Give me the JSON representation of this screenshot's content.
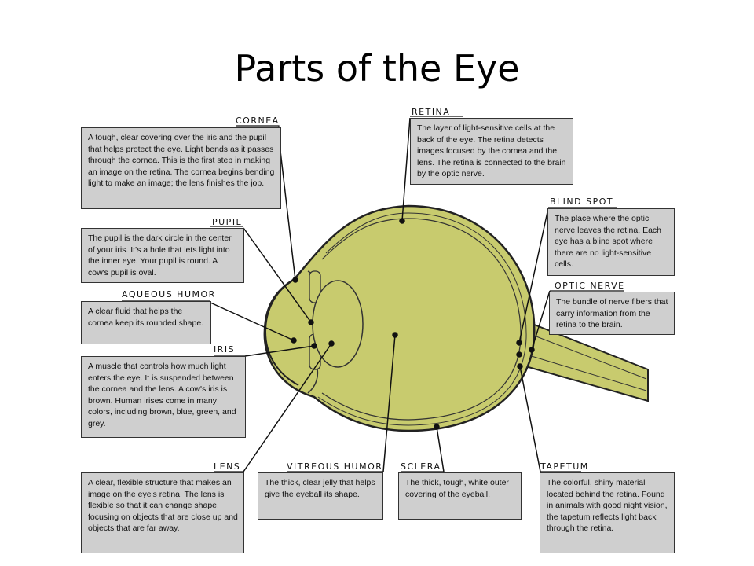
{
  "title": "Parts of the Eye",
  "parts": {
    "cornea": {
      "label": "CORNEA",
      "description": "A tough, clear covering over the iris and the pupil that helps protect the eye. Light bends as it passes through the cornea. This is the first step in making an image on the retina. The cornea begins bending light to make an image; the lens finishes the job."
    },
    "pupil": {
      "label": "PUPIL",
      "description": "The pupil is the dark circle in the center of your iris. It's a hole that lets light into the inner eye. Your pupil is round. A cow's pupil is oval."
    },
    "aqueous_humor": {
      "label": "AQUEOUS HUMOR",
      "description": "A clear fluid that helps the cornea keep its rounded shape."
    },
    "iris": {
      "label": "IRIS",
      "description": "A muscle that controls how much light enters the eye. It is suspended between the cornea and the lens. A cow's iris is brown. Human irises come in many colors, including brown, blue, green, and grey."
    },
    "lens": {
      "label": "LENS",
      "description": "A clear, flexible structure that makes an image on the eye's retina. The lens is flexible so that it can change shape, focusing on objects that are close up and objects that are far away."
    },
    "vitreous_humor": {
      "label": "VITREOUS HUMOR",
      "description": "The thick, clear jelly that helps give the eyeball its shape."
    },
    "sclera": {
      "label": "SCLERA",
      "description": "The thick, tough, white outer covering of the eyeball."
    },
    "tapetum": {
      "label": "TAPETUM",
      "description": "The colorful, shiny material located behind the retina. Found in animals with good night vision, the tapetum reflects light back through the retina."
    },
    "retina": {
      "label": "RETINA",
      "description": "The layer of light-sensitive cells at the back of the eye. The retina detects images focused by the cornea and the lens. The retina is connected to the brain by the optic nerve."
    },
    "blind_spot": {
      "label": "BLIND SPOT",
      "description": "The place where the optic nerve leaves the retina. Each eye has a blind spot where there are no light-sensitive cells."
    },
    "optic_nerve": {
      "label": "OPTIC NERVE",
      "description": "The bundle of nerve fibers that carry information from the retina to the brain."
    }
  },
  "colors": {
    "eyeball": "#c8cb6e",
    "box": "#cfcfcf",
    "outline": "#333333"
  }
}
